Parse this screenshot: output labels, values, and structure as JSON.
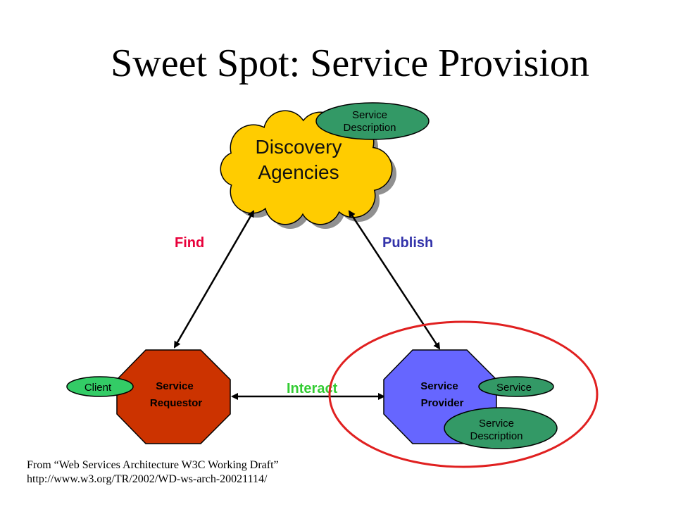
{
  "slide": {
    "title": "Sweet Spot: Service Provision"
  },
  "diagram": {
    "discovery_agencies": {
      "line1": "Discovery",
      "line2": "Agencies",
      "fill": "#FFCC00"
    },
    "discovery_service_description": {
      "line1": "Service",
      "line2": "Description",
      "fill": "#339966"
    },
    "service_requestor": {
      "line1": "Service",
      "line2": "Requestor",
      "fill": "#CC3300"
    },
    "client": {
      "label": "Client",
      "fill": "#33CC66"
    },
    "service_provider": {
      "line1": "Service",
      "line2": "Provider",
      "fill": "#6666FF"
    },
    "service": {
      "label": "Service",
      "fill": "#339966"
    },
    "provider_service_description": {
      "line1": "Service",
      "line2": "Description",
      "fill": "#339966"
    },
    "find_label": {
      "text": "Find",
      "color": "#E8003A"
    },
    "publish_label": {
      "text": "Publish",
      "color": "#3333AA"
    },
    "interact_label": {
      "text": "Interact",
      "color": "#33CC33"
    },
    "highlight_color": "#E02020"
  },
  "source": {
    "line1": "From “Web Services Architecture W3C Working Draft”",
    "line2": "http://www.w3.org/TR/2002/WD-ws-arch-20021114/"
  }
}
